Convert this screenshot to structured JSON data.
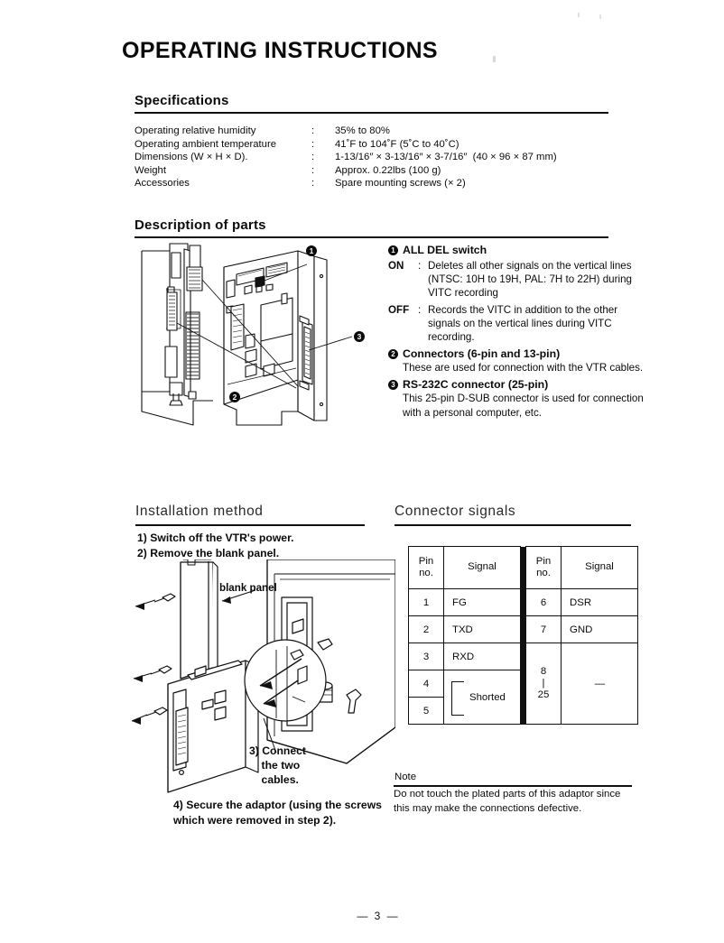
{
  "document": {
    "title": "OPERATING INSTRUCTIONS",
    "page_number": "— 3 —"
  },
  "specifications": {
    "heading": "Specifications",
    "rows": [
      {
        "label": "Operating relative humidity",
        "colon": ":",
        "value": "35% to 80%"
      },
      {
        "label": "Operating ambient temperature",
        "colon": ":",
        "value": "41˚F to 104˚F (5˚C to 40˚C)"
      },
      {
        "label": "Dimensions (W × H × D).",
        "colon": ":",
        "value": "1-13/16″ × 3-13/16″ × 3-7/16″  (40 × 96 × 87 mm)"
      },
      {
        "label": "Weight",
        "colon": ":",
        "value": "Approx. 0.22lbs (100 g)"
      },
      {
        "label": "Accessories",
        "colon": ":",
        "value": "Spare mounting screws (× 2)"
      }
    ]
  },
  "description_of_parts": {
    "heading": "Description of parts",
    "diagram_callouts": [
      {
        "marker": "1"
      },
      {
        "marker": "2"
      },
      {
        "marker": "3"
      }
    ],
    "items": [
      {
        "marker": "1",
        "title": "ALL DEL switch",
        "rows": [
          {
            "key": "ON",
            "colon": ":",
            "value": "Deletes all other signals on the vertical lines (NTSC: 10H to 19H, PAL: 7H to 22H) during VITC recording"
          },
          {
            "key": "OFF",
            "colon": ":",
            "value": "Records the VITC in addition to the other signals on the vertical lines during VITC recording."
          }
        ]
      },
      {
        "marker": "2",
        "title": "Connectors (6-pin and 13-pin)",
        "body": "These are used for connection with the VTR cables."
      },
      {
        "marker": "3",
        "title": "RS-232C connector (25-pin)",
        "body": "This 25-pin D-SUB connector is used for connection with a personal computer, etc."
      }
    ]
  },
  "installation_method": {
    "heading": "Installation method",
    "steps_top": "1) Switch off the VTR's power.\n2) Remove the blank panel.",
    "diagram_label_blank_panel": "blank panel",
    "step3": "3) Connect\n    the two\n    cables.",
    "step4": "4) Secure the adaptor (using the screws which were removed in step 2)."
  },
  "connector_signals": {
    "heading": "Connector signals",
    "headers": [
      "Pin\nno.",
      "Signal",
      "Pin\nno.",
      "Signal"
    ],
    "header_pin_left_line1": "Pin",
    "header_pin_left_line2": "no.",
    "header_signal_left": "Signal",
    "header_pin_right_line1": "Pin",
    "header_pin_right_line2": "no.",
    "header_signal_right": "Signal",
    "rows": [
      {
        "pin_l": "1",
        "sig_l": "FG",
        "pin_r": "6",
        "sig_r": "DSR"
      },
      {
        "pin_l": "2",
        "sig_l": "TXD",
        "pin_r": "7",
        "sig_r": "GND"
      },
      {
        "pin_l": "3",
        "sig_l": "RXD",
        "pin_r": "",
        "sig_r": ""
      },
      {
        "pin_l": "4",
        "sig_l": "",
        "pin_r": "",
        "sig_r": ""
      },
      {
        "pin_l": "5",
        "sig_l": "",
        "pin_r": "",
        "sig_r": ""
      }
    ],
    "shorted_label": "Shorted",
    "pin_range_line1": "8",
    "pin_range_line2": "|",
    "pin_range_line3": "25",
    "signal_dash": "—"
  },
  "note": {
    "heading": "Note",
    "body": "Do not touch the plated parts of this adaptor since this may make the connections defective."
  }
}
